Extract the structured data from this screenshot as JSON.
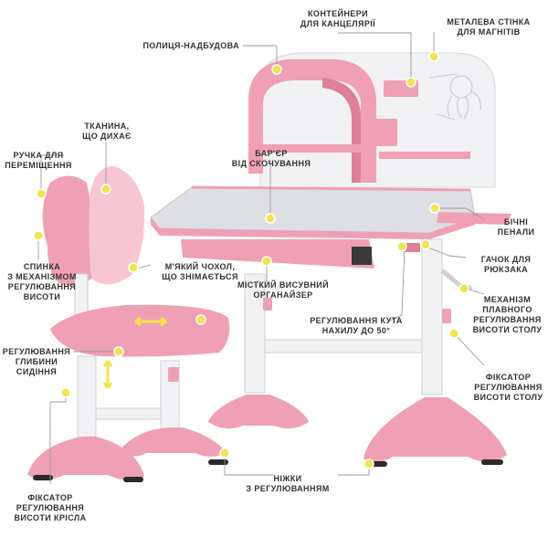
{
  "colors": {
    "pink": "#f0a0b4",
    "pink_dark": "#e07f98",
    "pink_light": "#f8c6d3",
    "white_body": "#f2f2f4",
    "grey_top": "#dedfe3",
    "line": "#9a9a9a",
    "marker_fill": "#f3e44a",
    "marker_ring": "#e8d030",
    "text": "#333333"
  },
  "labels": {
    "containers": "КОНТЕЙНЕРИ\nДЛЯ КАНЦЕЛЯРІЇ",
    "metal_wall": "МЕТАЛЕВА СТІНКА\nДЛЯ МАГНІТІВ",
    "shelf": "ПОЛИЦЯ-НАДБУДОВА",
    "fabric": "ТКАНИНА,\nЩО ДИХАЄ",
    "handle": "РУЧКА ДЛЯ\nПЕРЕМІЩЕННЯ",
    "barrier": "БАР'ЄР\nВІД СКОЧУВАННЯ",
    "side_cases": "БІЧНІ\nПЕНАЛИ",
    "backpack_hook": "ГАЧОК ДЛЯ\nРЮКЗАКА",
    "backrest": "СПИНКА\nЗ МЕХАНІЗМОМ\nРЕГУЛЮВАННЯ\nВИСОТИ",
    "soft_cover": "М'ЯКИЙ ЧОХОЛ,\nЩО ЗНІМАЄТЬСЯ",
    "drawer": "МІСТКИЙ ВИСУВНИЙ\nОРГАНАЙЗЕР",
    "smooth_mechanism": "МЕХАНІЗМ\nПЛАВНОГО\nРЕГУЛЮВАННЯ\nВИСОТИ СТОЛУ",
    "tilt": "РЕГУЛЮВАННЯ КУТА\nНАХИЛУ ДО 50°",
    "seat_depth": "РЕГУЛЮВАННЯ\nГЛИБИНИ\nСИДІННЯ",
    "table_lock": "ФІКСАТОР\nРЕГУЛЮВАННЯ\nВИСОТИ СТОЛУ",
    "feet": "НІЖКИ\nЗ РЕГУЛЮВАННЯМ",
    "chair_lock": "ФІКСАТОР\nРЕГУЛЮВАННЯ\nВИСОТИ КРІСЛА"
  }
}
